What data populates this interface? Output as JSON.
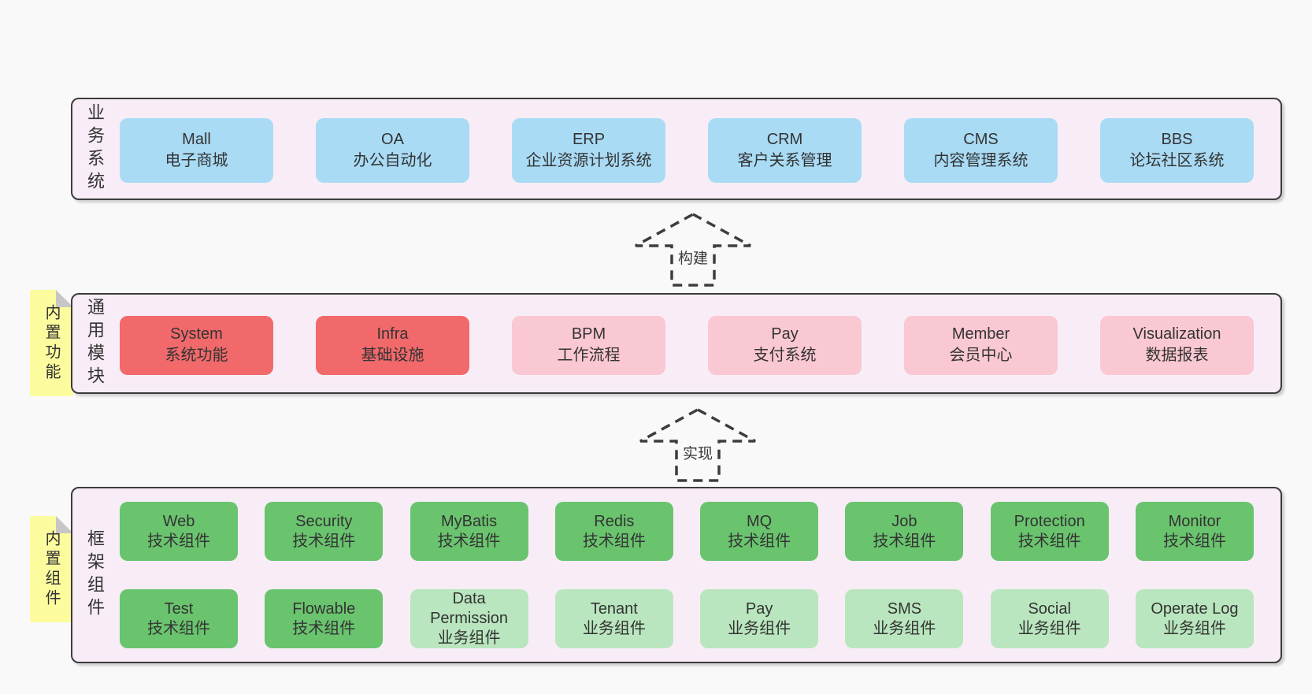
{
  "colors": {
    "page_bg": "#f9f9f9",
    "layer_bg": "#f8edf6",
    "layer_border": "#3c3c3c",
    "blue_box": "#a9dbf5",
    "red_box": "#f1696b",
    "pink_box": "#fac8d2",
    "green_box": "#6ac46e",
    "light_green_box": "#b9e6be",
    "note_yellow": "#fcfc9e",
    "text": "#333333"
  },
  "l1": {
    "label": "业务系统",
    "boxes": [
      {
        "title": "Mall",
        "sub": "电子商城"
      },
      {
        "title": "OA",
        "sub": "办公自动化"
      },
      {
        "title": "ERP",
        "sub": "企业资源计划系统"
      },
      {
        "title": "CRM",
        "sub": "客户关系管理"
      },
      {
        "title": "CMS",
        "sub": "内容管理系统"
      },
      {
        "title": "BBS",
        "sub": "论坛社区系统"
      }
    ]
  },
  "arrow1": {
    "label": "构建"
  },
  "l2": {
    "label": "通用模块",
    "note": "内置功能",
    "boxes": [
      {
        "title": "System",
        "sub": "系统功能"
      },
      {
        "title": "Infra",
        "sub": "基础设施"
      },
      {
        "title": "BPM",
        "sub": "工作流程"
      },
      {
        "title": "Pay",
        "sub": "支付系统"
      },
      {
        "title": "Member",
        "sub": "会员中心"
      },
      {
        "title": "Visualization",
        "sub": "数据报表"
      }
    ]
  },
  "arrow2": {
    "label": "实现"
  },
  "l3": {
    "label": "框架组件",
    "note": "内置组件",
    "row1": [
      {
        "title": "Web",
        "sub": "技术组件"
      },
      {
        "title": "Security",
        "sub": "技术组件"
      },
      {
        "title": "MyBatis",
        "sub": "技术组件"
      },
      {
        "title": "Redis",
        "sub": "技术组件"
      },
      {
        "title": "MQ",
        "sub": "技术组件"
      },
      {
        "title": "Job",
        "sub": "技术组件"
      },
      {
        "title": "Protection",
        "sub": "技术组件"
      },
      {
        "title": "Monitor",
        "sub": "技术组件"
      }
    ],
    "row2": [
      {
        "title": "Test",
        "sub": "技术组件"
      },
      {
        "title": "Flowable",
        "sub": "技术组件"
      },
      {
        "title": "Data Permission",
        "sub": "业务组件"
      },
      {
        "title": "Tenant",
        "sub": "业务组件"
      },
      {
        "title": "Pay",
        "sub": "业务组件"
      },
      {
        "title": "SMS",
        "sub": "业务组件"
      },
      {
        "title": "Social",
        "sub": "业务组件"
      },
      {
        "title": "Operate Log",
        "sub": "业务组件"
      }
    ]
  }
}
